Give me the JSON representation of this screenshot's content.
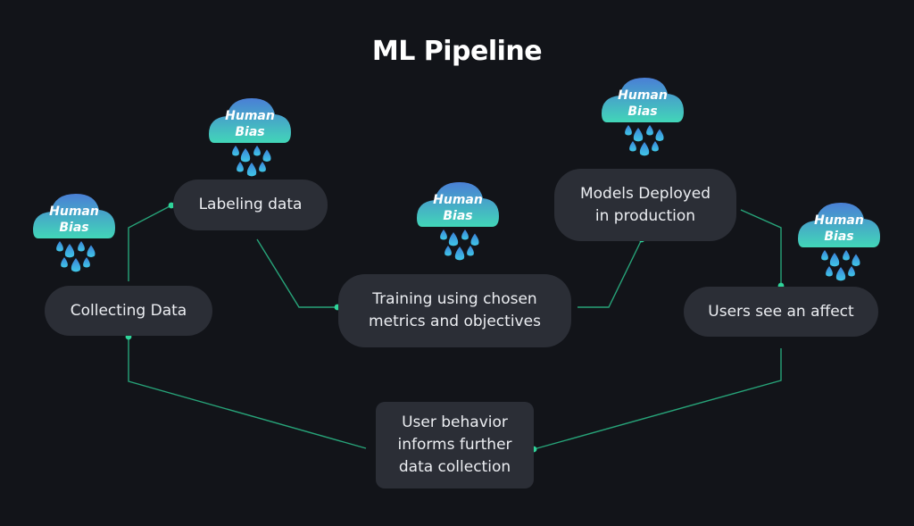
{
  "title": "ML Pipeline",
  "nodes": {
    "collecting": "Collecting Data",
    "labeling": "Labeling data",
    "training": "Training using chosen\nmetrics and objectives",
    "deployed": "Models Deployed\nin production",
    "users": "Users see an affect",
    "feedback": "User behavior\ninforms further\ndata collection"
  },
  "cloud": {
    "line1": "Human",
    "line2": "Bias"
  },
  "colors": {
    "background": "#121419",
    "node": "#2b2e36",
    "connector": "#2fd49a",
    "cloud_top": "#4a7fd6",
    "cloud_bottom": "#42d6b8",
    "rain": "#3aa7e0"
  }
}
